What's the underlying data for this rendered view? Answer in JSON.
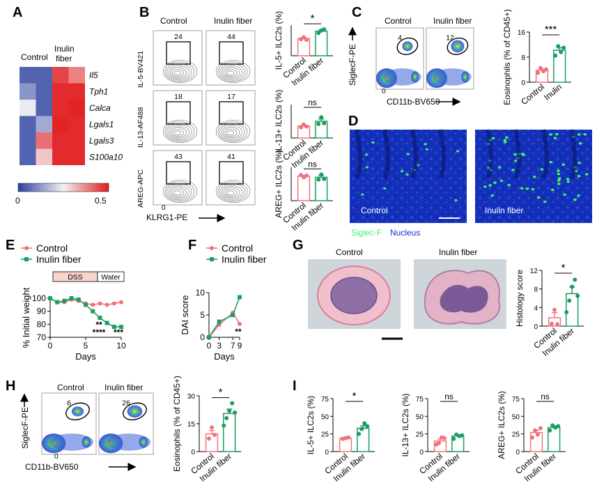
{
  "colors": {
    "control": "#f0737b",
    "inulin": "#1a9e61",
    "heat_low": "#2a3f9f",
    "heat_mid": "#f2f2f2",
    "heat_high": "#e21a1c",
    "nucleus": "#1230c8",
    "siglec": "#3ff06a"
  },
  "panels": {
    "A": "A",
    "B": "B",
    "C": "C",
    "D": "D",
    "E": "E",
    "F": "F",
    "G": "G",
    "H": "H",
    "I": "I"
  },
  "heatmap": {
    "col_labels": [
      "Control",
      "Inulin fiber"
    ],
    "genes": [
      "Il5",
      "Tph1",
      "Calca",
      "Lgals1",
      "Lgals3",
      "S100a10"
    ],
    "values": [
      [
        0.05,
        0.05,
        0.45,
        0.38
      ],
      [
        0.12,
        0.05,
        0.48,
        0.48
      ],
      [
        0.24,
        0.05,
        0.48,
        0.49
      ],
      [
        0.05,
        0.15,
        0.49,
        0.48
      ],
      [
        0.05,
        0.4,
        0.48,
        0.48
      ],
      [
        0.05,
        0.3,
        0.48,
        0.48
      ]
    ],
    "scale_min": "0",
    "scale_max": "0.5"
  },
  "panelB": {
    "col_headers": [
      "Control",
      "Inulin fiber"
    ],
    "rows": [
      {
        "ylabel": "IL-5-BV421",
        "pct": [
          "24",
          "44"
        ],
        "bar_label": "IL-5+ ILC2s (%)",
        "sig": "*"
      },
      {
        "ylabel": "IL-13-AF488",
        "pct": [
          "18",
          "17"
        ],
        "bar_label": "IL-13+ ILC2s (%)",
        "sig": "ns"
      },
      {
        "ylabel": "AREG-APC",
        "pct": [
          "43",
          "41"
        ],
        "bar_label": "AREG+ ILC2s (%)",
        "sig": "ns"
      }
    ],
    "xlabel": "KLRG1-PE",
    "zero": "0",
    "bar_categories": [
      "Control",
      "Inulin fiber"
    ]
  },
  "panelC": {
    "col_headers": [
      "Control",
      "Inulin fiber"
    ],
    "pct": [
      "4",
      "12"
    ],
    "ylabel": "SiglecF-PE",
    "xlabel": "CD11b-BV650",
    "zero": "0"
  },
  "panelD": {
    "left_label": "Control",
    "right_label": "Inulin fiber",
    "legend_a": "Siglec-F",
    "legend_b": "Nucleus"
  },
  "panelG": {
    "left_label": "Control",
    "right_label": "Inulin fiber"
  },
  "panelH": {
    "col_headers": [
      "Control",
      "Inulin fiber"
    ],
    "pct": [
      "6",
      "26"
    ],
    "ylabel": "SiglecF-PE",
    "xlabel": "CD11b-BV650",
    "zero": "0"
  },
  "chart_data": [
    {
      "id": "B1",
      "type": "bar",
      "categories": [
        "Control",
        "Inulin fiber"
      ],
      "values": [
        28,
        40
      ],
      "points": [
        [
          27,
          30,
          26
        ],
        [
          37,
          41,
          43
        ]
      ],
      "ylabel": "IL-5+ ILC2s (%)",
      "ylim": [
        0,
        50
      ],
      "sig": "*"
    },
    {
      "id": "B2",
      "type": "bar",
      "categories": [
        "Control",
        "Inulin fiber"
      ],
      "values": [
        18,
        25
      ],
      "points": [
        [
          16,
          20,
          17
        ],
        [
          21,
          31,
          22
        ]
      ],
      "ylabel": "IL-13+ ILC2s (%)",
      "ylim": [
        0,
        50
      ],
      "sig": "ns"
    },
    {
      "id": "B3",
      "type": "bar",
      "categories": [
        "Control",
        "Inulin fiber"
      ],
      "values": [
        44,
        42
      ],
      "points": [
        [
          46,
          42,
          45
        ],
        [
          38,
          47,
          39
        ]
      ],
      "ylabel": "AREG+ ILC2s (%)",
      "ylim": [
        0,
        60
      ],
      "sig": "ns"
    },
    {
      "id": "C",
      "type": "bar",
      "categories": [
        "Control",
        "Inulin"
      ],
      "values": [
        3.8,
        10.2
      ],
      "points": [
        [
          3.0,
          4.5,
          3.5,
          4.1
        ],
        [
          8.5,
          11.5,
          9.6,
          11.0
        ]
      ],
      "ylabel": "Eosinophils (% of CD45+)",
      "ylim": [
        0,
        16
      ],
      "yticks": [
        0,
        8,
        16
      ],
      "sig": "***"
    },
    {
      "id": "E",
      "type": "line",
      "x": [
        0,
        1,
        2,
        3,
        4,
        5,
        6,
        7,
        8,
        9,
        10
      ],
      "series": [
        {
          "name": "Control",
          "values": [
            100,
            97,
            97,
            99,
            98,
            96,
            95,
            96,
            95,
            96,
            97
          ]
        },
        {
          "name": "Inulin fiber",
          "values": [
            100,
            97,
            98,
            100,
            99,
            95,
            90,
            85,
            81,
            78,
            78
          ]
        }
      ],
      "xlabel": "Days",
      "ylabel": "% Initial weight",
      "ylim": [
        70,
        100
      ],
      "yticks": [
        70,
        80,
        90,
        100
      ],
      "xticks": [
        0,
        5,
        10
      ],
      "phases": [
        "DSS",
        "Water"
      ],
      "sig_labels": [
        "**",
        "****",
        "***"
      ]
    },
    {
      "id": "F",
      "type": "line",
      "x": [
        0,
        3,
        7,
        9
      ],
      "series": [
        {
          "name": "Control",
          "values": [
            0,
            2.8,
            5.5,
            3.0
          ]
        },
        {
          "name": "Inulin fiber",
          "values": [
            0,
            3.5,
            5.0,
            9.0
          ]
        }
      ],
      "xlabel": "Days",
      "ylabel": "DAI score",
      "ylim": [
        0,
        10
      ],
      "yticks": [
        0,
        5,
        10
      ],
      "xticks": [
        0,
        3,
        7,
        9
      ],
      "sig": "**"
    },
    {
      "id": "G",
      "type": "bar",
      "categories": [
        "Control",
        "Inulin fiber"
      ],
      "values": [
        1.8,
        7.0
      ],
      "points": [
        [
          0.5,
          3.5,
          0.4
        ],
        [
          3.0,
          5.5,
          8.5,
          10.0,
          6.5
        ]
      ],
      "ylabel": "Histology score",
      "ylim": [
        0,
        12
      ],
      "yticks": [
        0,
        4,
        8,
        12
      ],
      "sig": "*"
    },
    {
      "id": "H",
      "type": "bar",
      "categories": [
        "Control",
        "Inulin fiber"
      ],
      "values": [
        9.5,
        20.5
      ],
      "points": [
        [
          7,
          13,
          9
        ],
        [
          14,
          18,
          22,
          26,
          21
        ]
      ],
      "ylabel": "Eosinophils (% of CD45+)",
      "ylim": [
        0,
        30
      ],
      "yticks": [
        0,
        15,
        30
      ],
      "sig": "*"
    },
    {
      "id": "I1",
      "type": "bar",
      "categories": [
        "Control",
        "Inulin fiber"
      ],
      "values": [
        19,
        33
      ],
      "points": [
        [
          18,
          19,
          20
        ],
        [
          25,
          32,
          40,
          36
        ]
      ],
      "ylabel": "IL-5+ ILC2s (%)",
      "ylim": [
        0,
        75
      ],
      "yticks": [
        0,
        25,
        50,
        75
      ],
      "sig": "*"
    },
    {
      "id": "I2",
      "type": "bar",
      "categories": [
        "Control",
        "Inulin fiber"
      ],
      "values": [
        15,
        22
      ],
      "points": [
        [
          10,
          12,
          20,
          19
        ],
        [
          18,
          24,
          22,
          23
        ]
      ],
      "ylabel": "IL-13+ ILC2s (%)",
      "ylim": [
        0,
        75
      ],
      "yticks": [
        0,
        25,
        50,
        75
      ],
      "sig": "ns"
    },
    {
      "id": "I3",
      "type": "bar",
      "categories": [
        "Control",
        "Inulin fiber"
      ],
      "values": [
        27,
        34
      ],
      "points": [
        [
          20,
          30,
          24,
          33
        ],
        [
          30,
          37,
          34,
          36
        ]
      ],
      "ylabel": "AREG+ ILC2s (%)",
      "ylim": [
        0,
        75
      ],
      "yticks": [
        0,
        25,
        50,
        75
      ],
      "sig": "ns"
    }
  ]
}
